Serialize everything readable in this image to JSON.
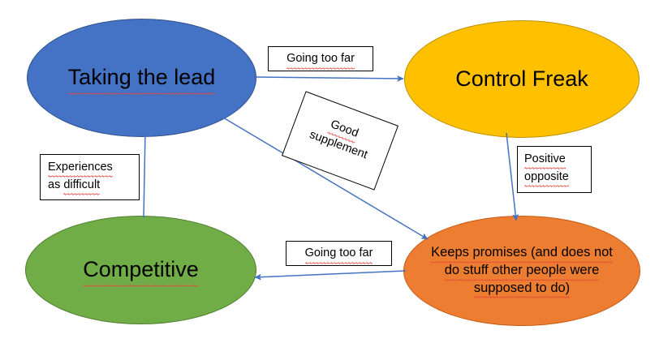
{
  "diagram": {
    "title": "Taking the lead / Control Freak / Competitive behaviour cycle",
    "background": "#ffffff",
    "connector_color": "#4472C4",
    "spellcheck_underline_color": "#E8453C"
  },
  "nodes": [
    {
      "id": "taking-the-lead",
      "label": "Taking the lead",
      "fill": "#4472C4",
      "stroke": "#2F528F",
      "shape": "ellipse",
      "misspelled": true
    },
    {
      "id": "control-freak",
      "label": "Control Freak",
      "fill": "#FFC000",
      "stroke": "#BF9000",
      "shape": "ellipse",
      "misspelled": false
    },
    {
      "id": "competitive",
      "label": "Competitive",
      "fill": "#70AD47",
      "stroke": "#507E32",
      "shape": "ellipse",
      "misspelled": true
    },
    {
      "id": "keeps-promises",
      "label_line1": "Keeps promises (and does not",
      "label_line2": "do stuff other people were",
      "label_line3": "supposed to do)",
      "fill": "#ED7D31",
      "stroke": "#C55A11",
      "shape": "ellipse",
      "misspelled": true
    }
  ],
  "edges": [
    {
      "id": "lead-to-control",
      "from": "taking-the-lead",
      "to": "control-freak",
      "label": "Going too far",
      "direction": "right"
    },
    {
      "id": "control-to-keeps",
      "from": "control-freak",
      "to": "keeps-promises",
      "label_line1": "Positive",
      "label_line2": "opposite",
      "direction": "down"
    },
    {
      "id": "keeps-to-competitive",
      "from": "keeps-promises",
      "to": "competitive",
      "label": "Going too far",
      "direction": "left"
    },
    {
      "id": "competitive-to-lead",
      "from": "competitive",
      "to": "taking-the-lead",
      "label_line1": "Experiences",
      "label_line2": "as difficult",
      "direction": "up"
    },
    {
      "id": "lead-to-keeps",
      "from": "taking-the-lead",
      "to": "keeps-promises",
      "label_line1": "Good",
      "label_line2": "supplement",
      "direction": "diagonal-down-right",
      "label_rotation_deg": 20.5
    }
  ]
}
